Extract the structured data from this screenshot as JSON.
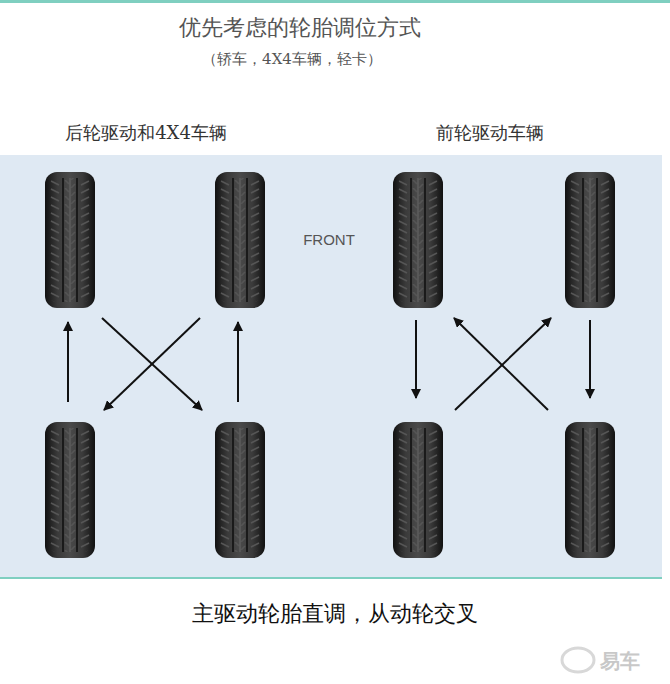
{
  "diagram": {
    "title": "优先考虑的轮胎调位方式",
    "caption": "主驱动轮胎直调，从动轮交叉",
    "labels": [
      "（轿车，4X4车辆，轻卡）",
      "后轮驱动和4X4车辆",
      "前轮驱动车辆",
      "FRONT",
      "易车"
    ]
  }
}
